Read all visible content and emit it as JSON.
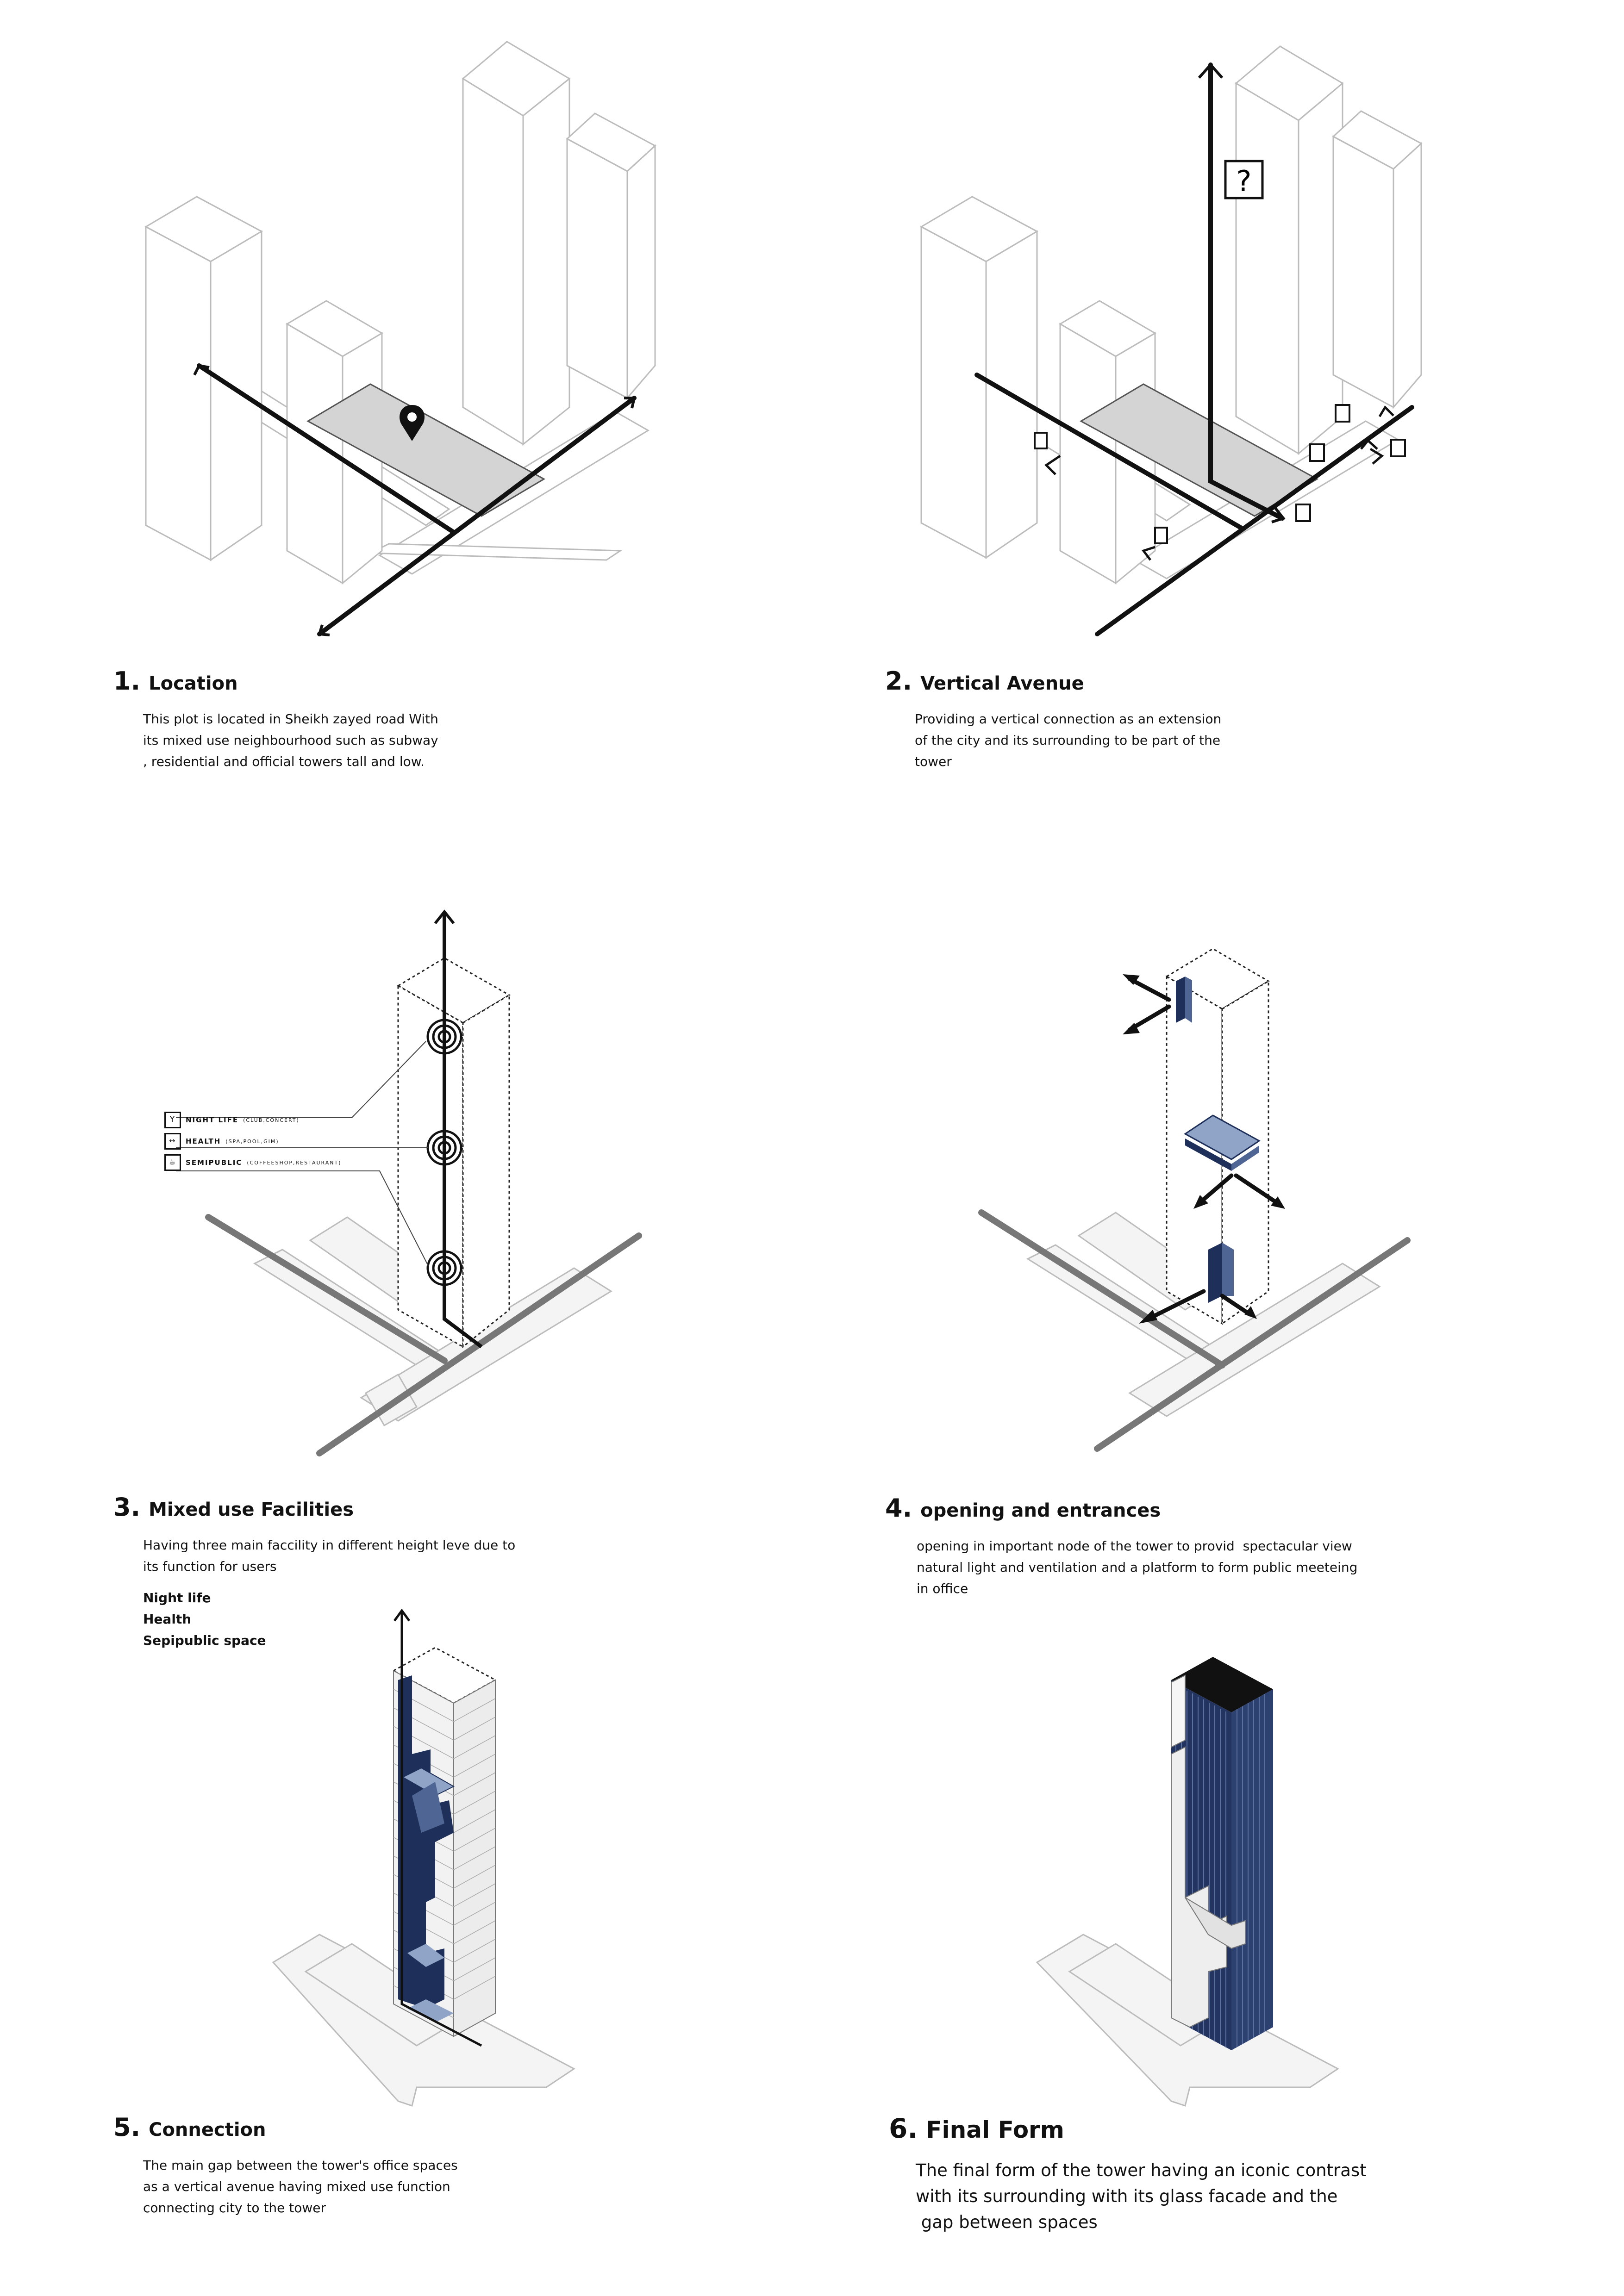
{
  "panels": [
    {
      "number": "1.",
      "title": "Location",
      "body": [
        "This plot is located in Sheikh zayed road With",
        "its mixed use neighbourhood such as subway",
        ", residential and official towers tall and low."
      ],
      "icons": [
        "location-pin-icon"
      ]
    },
    {
      "number": "2.",
      "title": "Vertical Avenue",
      "body": [
        "Providing a vertical connection as an extension",
        "of the city and its surrounding to be part of the",
        "tower"
      ],
      "question_mark": "?",
      "icons": [
        "question-mark-icon",
        "train-icon",
        "building-icon",
        "office-icon",
        "restaurant-icon",
        "turn-icon",
        "shop-icon"
      ]
    },
    {
      "number": "3.",
      "title": "Mixed use Facilities",
      "body": [
        "Having three main faccility in different height leve due to",
        "its function for users"
      ],
      "list": [
        "Night life",
        "Health",
        "Sepipublic space"
      ],
      "legend": [
        {
          "main": "NIGHT LIFE",
          "sub": "(CLUB,CONCERT)",
          "icon": "cocktail-icon"
        },
        {
          "main": "HEALTH",
          "sub": "(SPA,POOL,GIM)",
          "icon": "dumbbell-icon"
        },
        {
          "main": "SEMIPUBLIC",
          "sub": "(COFFEESHOP,RESTAURANT)",
          "icon": "coffee-icon"
        }
      ]
    },
    {
      "number": "4.",
      "title": "opening and entrances",
      "body": [
        "opening in important node of the tower to provid  spectacular view",
        "natural light and ventilation and a platform to form public meeteing",
        "in office"
      ]
    },
    {
      "number": "5.",
      "title": "Connection",
      "body": [
        "The main gap between the tower's office spaces",
        "as a vertical avenue having mixed use function",
        "connecting city to the tower"
      ]
    },
    {
      "number": "6.",
      "title": "Final Form",
      "body": [
        "The final form of the tower having an iconic contrast",
        "with its surrounding with its glass facade and the",
        " gap between spaces"
      ]
    }
  ],
  "colors": {
    "line": "#111111",
    "outline": "#bcbcbc",
    "plot": "#d4d4d4",
    "road_grey": "#7a7a7a",
    "blue_light": "#8fa4c6",
    "blue_dark": "#1e2f5a",
    "facade": "#22345f"
  }
}
